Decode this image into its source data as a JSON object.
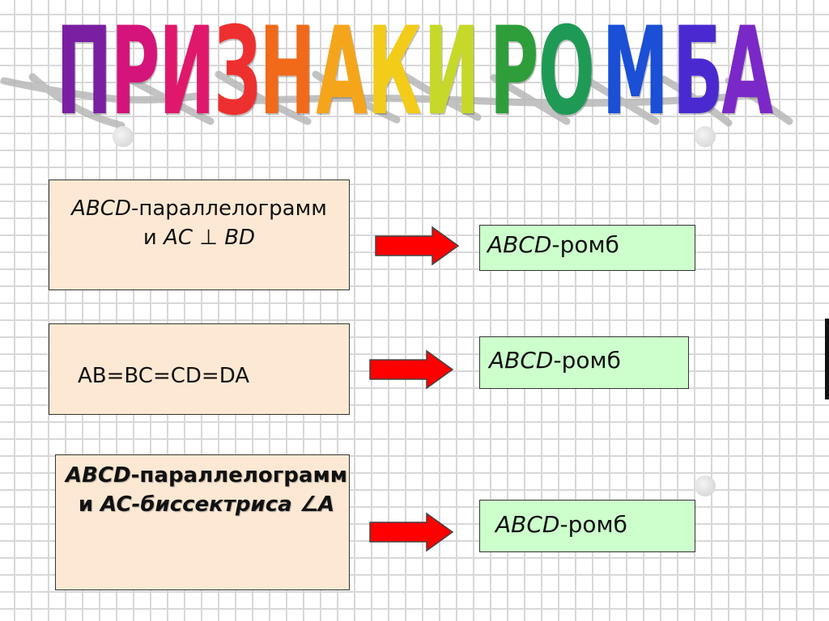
{
  "title": {
    "letters": [
      "П",
      "Р",
      "И",
      "З",
      "Н",
      "А",
      "К",
      "И",
      "Р",
      "О",
      "М",
      "Б",
      "А"
    ],
    "colors": [
      "#7a1fa2",
      "#d4147a",
      "#e0186c",
      "#ee2f2f",
      "#f06a1a",
      "#f5a51a",
      "#f2cc18",
      "#c6d829",
      "#2e9e3a",
      "#1f9a55",
      "#1a4fd6",
      "#4a2ad0",
      "#7a28c8"
    ]
  },
  "rows": [
    {
      "condition": {
        "line1_italic": "ABCD",
        "line1_rest": "-параллелограмм",
        "line2_prefix": "и ",
        "line2_italic": "AC ⊥ BD",
        "line2_rest": ""
      },
      "result": {
        "italic": "ABCD",
        "rest": "-ромб"
      }
    },
    {
      "condition": {
        "line1": "AB=BC=CD=DA"
      },
      "result": {
        "italic": "ABCD",
        "rest": "-ромб"
      }
    },
    {
      "condition": {
        "line1_italic": "ABCD",
        "line1_rest": "-параллелограмм",
        "line2_prefix": "и ",
        "line2_italic": "AC",
        "line2_rest": "-биссектриса ∠A"
      },
      "result": {
        "italic": "ABCD",
        "rest": "-ромб"
      }
    }
  ],
  "colors": {
    "condition_fill": "#fde9d3",
    "result_fill": "#ccffcc",
    "arrow": "#ff0000"
  }
}
